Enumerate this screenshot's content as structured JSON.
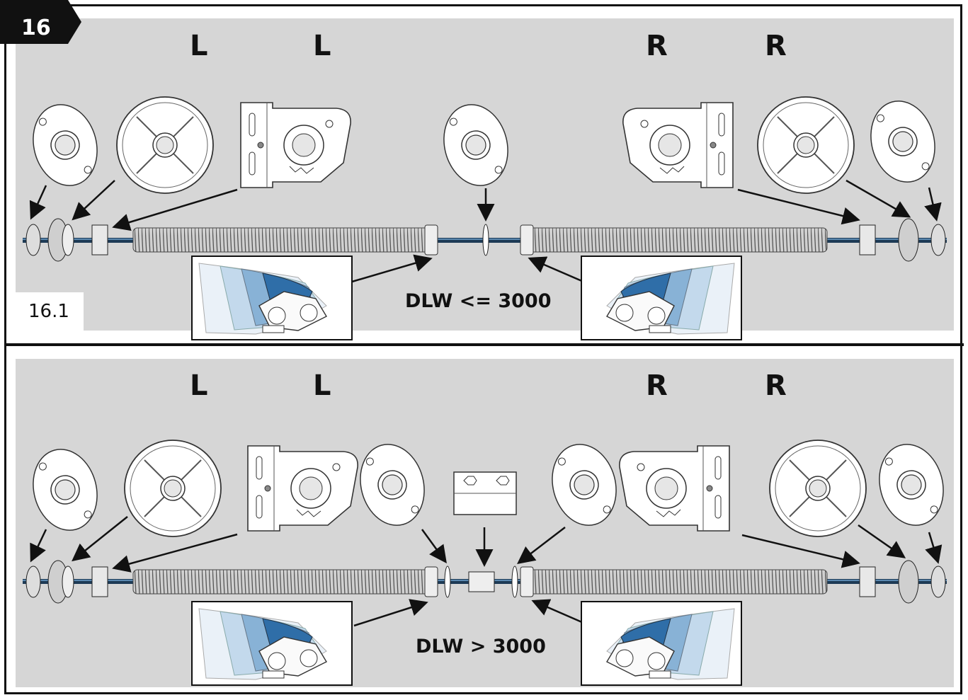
{
  "step": {
    "number": "16",
    "sub_number": "16.1"
  },
  "panel_top": {
    "labels": [
      "L",
      "L",
      "R",
      "R"
    ],
    "condition": "DLW <= 3000"
  },
  "panel_bottom": {
    "labels": [
      "L",
      "L",
      "R",
      "R"
    ],
    "condition": "DLW > 3000"
  },
  "colors": {
    "frame": "#111111",
    "background": "#d6d6d6",
    "spring_blue": "#2f6ea8"
  }
}
